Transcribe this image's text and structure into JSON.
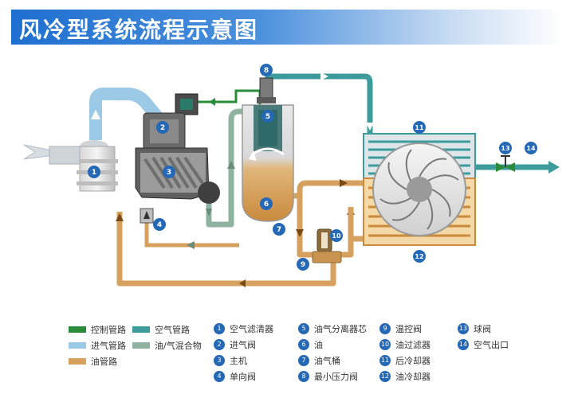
{
  "title": "风冷型系统流程示意图",
  "legend_lines": [
    {
      "label": "控制管路",
      "color": "#2a8c3a"
    },
    {
      "label": "空气管路",
      "color": "#3d9b9b"
    },
    {
      "label": "进气管路",
      "color": "#9cc9e6"
    },
    {
      "label": "油/气混合物",
      "color": "#8fb3a0"
    },
    {
      "label": "油管路",
      "color": "#d6a15e"
    }
  ],
  "components": [
    {
      "num": "1",
      "label": "空气滤清器"
    },
    {
      "num": "2",
      "label": "进气阀"
    },
    {
      "num": "3",
      "label": "主机"
    },
    {
      "num": "4",
      "label": "单向阀"
    },
    {
      "num": "5",
      "label": "油气分离器芯"
    },
    {
      "num": "6",
      "label": "油"
    },
    {
      "num": "7",
      "label": "油气桶"
    },
    {
      "num": "8",
      "label": "最小压力阀"
    },
    {
      "num": "9",
      "label": "温控阀"
    },
    {
      "num": "10",
      "label": "油过滤器"
    },
    {
      "num": "11",
      "label": "后冷却器"
    },
    {
      "num": "12",
      "label": "油冷却器"
    },
    {
      "num": "13",
      "label": "球阀"
    },
    {
      "num": "14",
      "label": "空气出口"
    }
  ],
  "colors": {
    "blue_marker": "#2568b5",
    "oil": "#d6a15e",
    "air": "#3d9b9b",
    "intake": "#9cc9e6",
    "control": "#2a8c3a",
    "mix": "#8fb3a0"
  }
}
